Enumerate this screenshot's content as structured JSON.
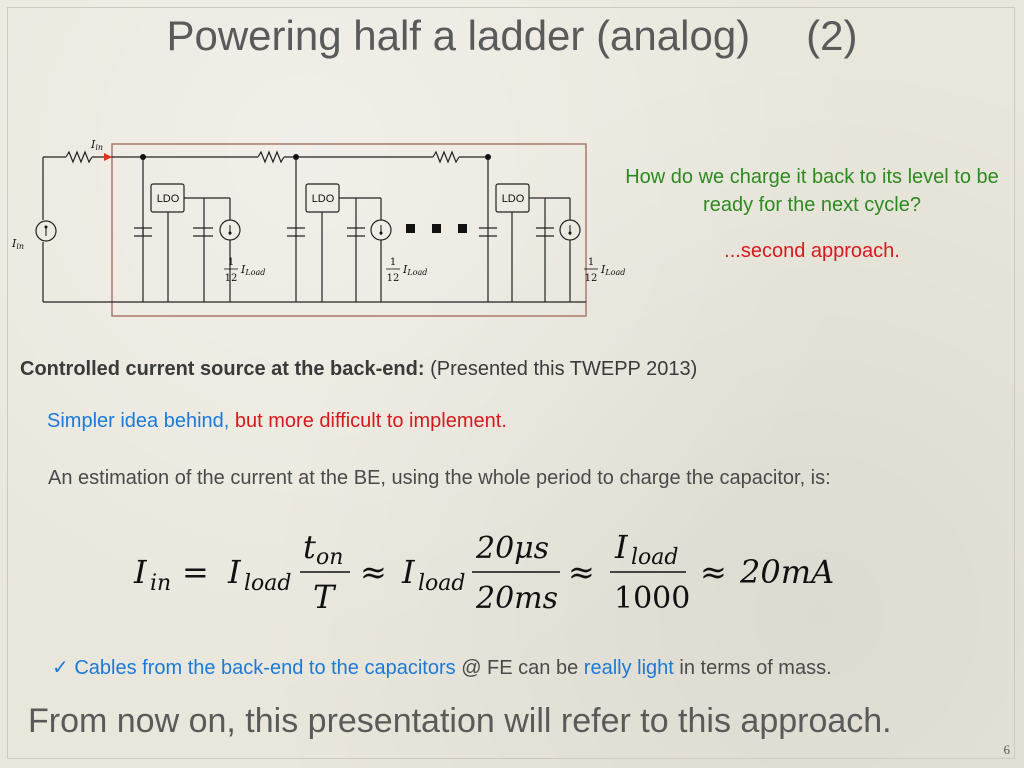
{
  "slide": {
    "title": "Powering half a ladder (analog)",
    "title_number": "(2)",
    "page_number": "6"
  },
  "circuit": {
    "ldo_label": "LDO",
    "current_label": "I",
    "current_subscript": "in",
    "fraction_num": "1",
    "fraction_den": "12",
    "load_label": "I",
    "load_subscript": "Load"
  },
  "right_text": {
    "question": "How do we charge it back to its level to be ready for the next cycle?",
    "approach": "...second approach."
  },
  "body": {
    "controlled_bold": "Controlled current source at the back-end:",
    "controlled_rest": " (Presented this TWEPP 2013)",
    "simpler_blue": "Simpler idea behind,",
    "simpler_red": " but more difficult to implement.",
    "estimation": "An estimation  of the current at the BE, using the whole period to charge the capacitor, is:",
    "cables_check": "✓",
    "cables_blue1": "Cables from the back-end to the capacitors",
    "cables_mid": " @ FE can be ",
    "cables_blue2": "really light",
    "cables_end": " in terms of mass.",
    "from_now": "From now on, this presentation will refer to this approach."
  },
  "formula": {
    "I": "I",
    "in_sub": "in",
    "eq": "=",
    "load_sub": "load",
    "ton": "t",
    "on_sub": "on",
    "T": "T",
    "approx": "≈",
    "num2": "20μs",
    "den2": "20ms",
    "den3": "1000",
    "result": "20mA"
  },
  "colors": {
    "title": "#5a5a5a",
    "green": "#2d8a1f",
    "red": "#d7191c",
    "blue": "#1a7ad9",
    "box_outline": "#a87a6a",
    "arrow": "#e03020"
  }
}
